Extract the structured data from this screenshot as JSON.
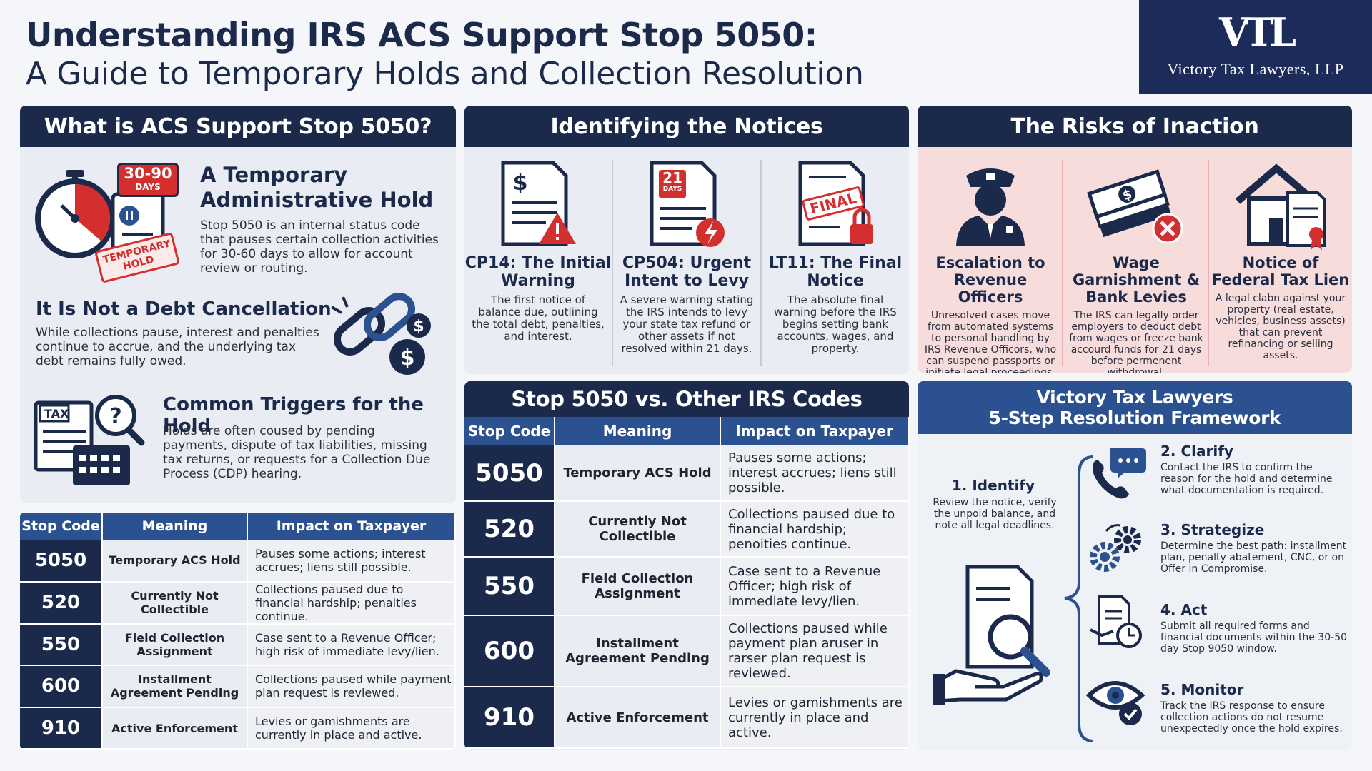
{
  "header": {
    "title_line1": "Understanding IRS ACS Support Stop 5050:",
    "title_line2": "A Guide to Temporary Holds and Collection Resolution",
    "logo_mark": "VTL",
    "logo_name": "Victory Tax Lawyers, LLP"
  },
  "what_is": {
    "heading": "What is ACS Support Stop 5050?",
    "badge_days": "30-90",
    "badge_days_label": "DAYS",
    "stamp": "TEMPORARY HOLD",
    "hold_title": "A Temporary Administrative Hold",
    "hold_text": "Stop 5050 is an internal status code that pauses certain collection activities for 30-60 days to allow for account review or routing.",
    "not_debt_title": "It Is Not a Debt Cancellation",
    "not_debt_text": "While collections pause, interest and penalties continue to accrue, and the underlying tax debt remains fully owed.",
    "triggers_title": "Common Triggers for the Hold",
    "triggers_text": "Holds are often coused by pending payments, dispute of tax liabilities, missing tax returns, or requests for a Collection Due Process (CDP) hearing.",
    "tax_label": "TAX"
  },
  "small_table": {
    "headers": [
      "Stop Code",
      "Meaning",
      "Impact on Taxpayer"
    ],
    "rows": [
      {
        "code": "5050",
        "meaning": "Temporary ACS Hold",
        "impact": "Pauses some actions; interest accrues; liens still possible."
      },
      {
        "code": "520",
        "meaning": "Currently Not Collectible",
        "impact": "Collections paused due to financial hardship; penalties continue."
      },
      {
        "code": "550",
        "meaning": "Field Collection Assignment",
        "impact": "Case sent to a Revenue Officer; high risk of immediate levy/lien."
      },
      {
        "code": "600",
        "meaning": "Installment Agreement Pending",
        "impact": "Collections paused while payment plan request is reviewed."
      },
      {
        "code": "910",
        "meaning": "Active Enforcement",
        "impact": "Levies or gamishments are currently in place and active."
      }
    ]
  },
  "notices": {
    "heading": "Identifying the Notices",
    "items": [
      {
        "title": "CP14: The Initial Warning",
        "text": "The first notice of balance due, outlining the total debt, penalties, and interest.",
        "icon_label": "$"
      },
      {
        "title": "CP504: Urgent Intent to Levy",
        "text": "A severe warning stating the IRS intends to levy your state tax refund or other assets if not resolved within 21 days.",
        "icon_label": "21",
        "icon_sub": "DAYS"
      },
      {
        "title": "LT11: The Final Notice",
        "text": "The absolute final warning before the IRS begins setting bank accounts, wages, and property.",
        "icon_label": "FINAL"
      }
    ]
  },
  "big_table": {
    "heading": "Stop 5050 vs. Other IRS Codes",
    "headers": [
      "Stop Code",
      "Meaning",
      "Impact on Taxpayer"
    ],
    "rows": [
      {
        "code": "5050",
        "meaning": "Temporary ACS Hold",
        "impact": "Pauses some actions; interest accrues; liens still possible."
      },
      {
        "code": "520",
        "meaning": "Currently Not Collectible",
        "impact": "Collections paused due to financial hardship; penoities continue."
      },
      {
        "code": "550",
        "meaning": "Field Collection Assignment",
        "impact": "Case sent to a Revenue Officer; high risk of immediate levy/lien."
      },
      {
        "code": "600",
        "meaning": "Installment Agreement Pending",
        "impact": "Collections paused while payment plan aruser in rarser plan request is reviewed."
      },
      {
        "code": "910",
        "meaning": "Active Enforcement",
        "impact": "Levies or gamishments are currently in place and active."
      }
    ]
  },
  "risks": {
    "heading": "The Risks of Inaction",
    "items": [
      {
        "title": "Escalation to Revenue Officers",
        "text": "Unresolved cases move from automated systems to personal handling by IRS Revenue Officors, who can suspend passports or initiate legal proceedings."
      },
      {
        "title": "Wage Garnishment & Bank Levies",
        "text": "The IRS can legally order employers to deduct debt from wages or freeze bank accourd funds for 21 days before permenent withdrowal."
      },
      {
        "title": "Notice of Federal Tax Lien",
        "text": "A legal clabn against your property (real estate, vehicles, business assets) that can prevent refinancing or selling assets."
      }
    ]
  },
  "framework": {
    "heading_line1": "Victory Tax Lawyers",
    "heading_line2": "5-Step Resolution Framework",
    "identify_title": "1. Identify",
    "identify_text": "Review the notice, verify the unpoid balance, and note all legal deadlines.",
    "steps": [
      {
        "title": "2. Clarify",
        "text": "Contact the IRS to confirm the reason for the hold and determine what documentation is required."
      },
      {
        "title": "3. Strategize",
        "text": "Determine the best path: installment plan, penalty abatement, CNC, or on Offer in Compromise."
      },
      {
        "title": "4. Act",
        "text": "Submit all required forms and financial documents within the 30-50 day Stop 9050 window."
      },
      {
        "title": "5. Monitor",
        "text": "Track the IRS response to ensure collection actions do not resume unexpectedly once the hold expires."
      }
    ]
  },
  "colors": {
    "navy": "#1b2a4a",
    "blue": "#2c5190",
    "red": "#d32f2f",
    "risk_bg": "#f7dcdc"
  }
}
